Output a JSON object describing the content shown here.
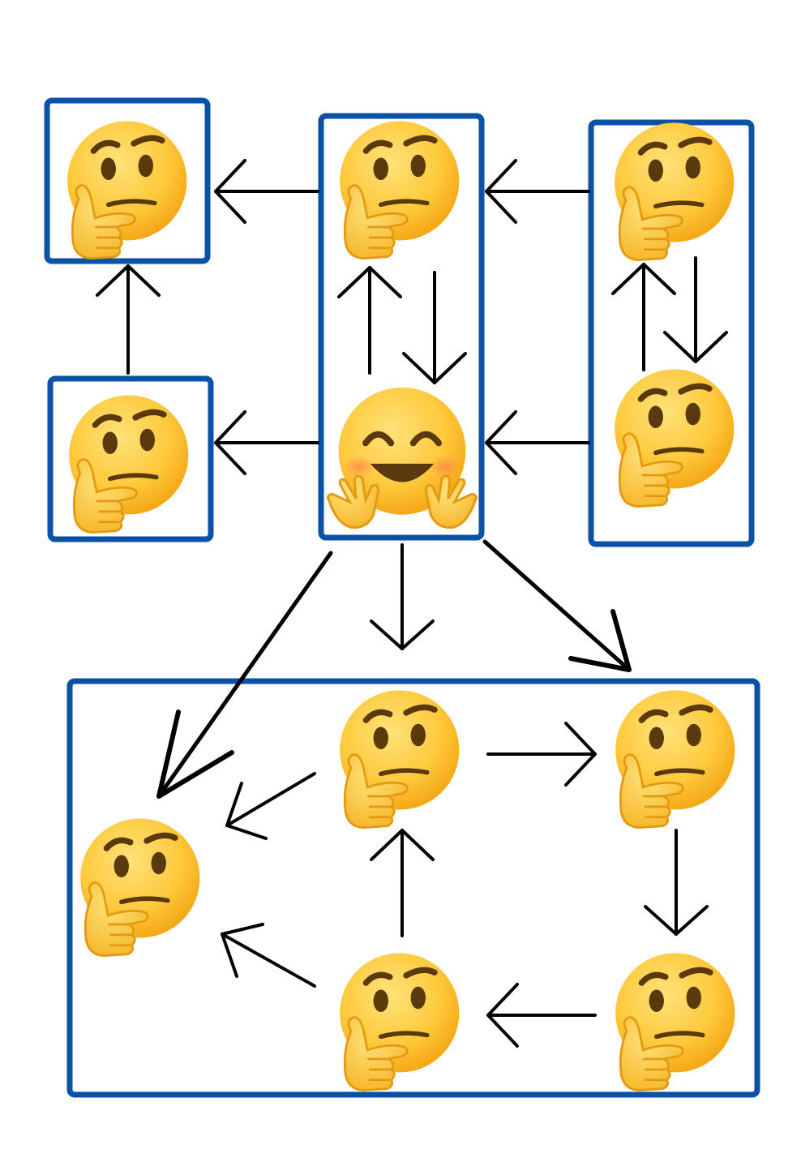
{
  "colors": {
    "box_stroke": "#0a52a5",
    "arrow": "#000000",
    "face": "#ffc93c",
    "face_edge": "#f2a20f",
    "feature": "#5a3a0c",
    "cheek": "#ff9a52"
  },
  "emojis": [
    {
      "id": "thinking-1",
      "type": "thinking-face-icon"
    },
    {
      "id": "thinking-2",
      "type": "thinking-face-icon"
    },
    {
      "id": "thinking-3",
      "type": "thinking-face-icon"
    },
    {
      "id": "thinking-4",
      "type": "thinking-face-icon"
    },
    {
      "id": "hugging-1",
      "type": "hugging-face-icon"
    },
    {
      "id": "thinking-5",
      "type": "thinking-face-icon"
    },
    {
      "id": "thinking-6",
      "type": "thinking-face-icon"
    },
    {
      "id": "thinking-7",
      "type": "thinking-face-icon"
    },
    {
      "id": "thinking-8",
      "type": "thinking-face-icon"
    },
    {
      "id": "thinking-9",
      "type": "thinking-face-icon"
    },
    {
      "id": "thinking-10",
      "type": "thinking-face-icon"
    }
  ]
}
